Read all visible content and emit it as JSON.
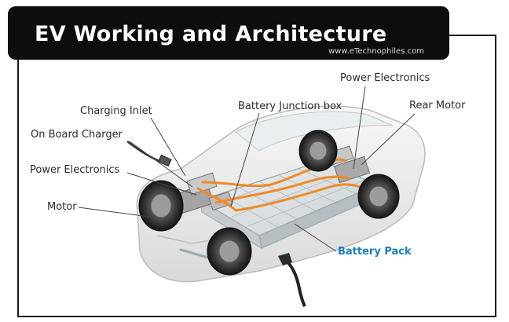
{
  "header": {
    "title": "EV Working and Architecture",
    "watermark": "www.eTechnophiles.com"
  },
  "labels": {
    "power_electronics_rear": "Power Electronics",
    "charging_inlet": "Charging Inlet",
    "battery_junction_box": "Battery Junction box",
    "rear_motor": "Rear Motor",
    "on_board_charger": "On Board Charger",
    "power_electronics_front": "Power Electronics",
    "motor": "Motor",
    "battery_pack": "Battery Pack"
  },
  "colors": {
    "title_bg": "#0d0d0d",
    "title_text": "#ffffff",
    "accent": "#1a7fc1",
    "cable": "#f08a24"
  }
}
